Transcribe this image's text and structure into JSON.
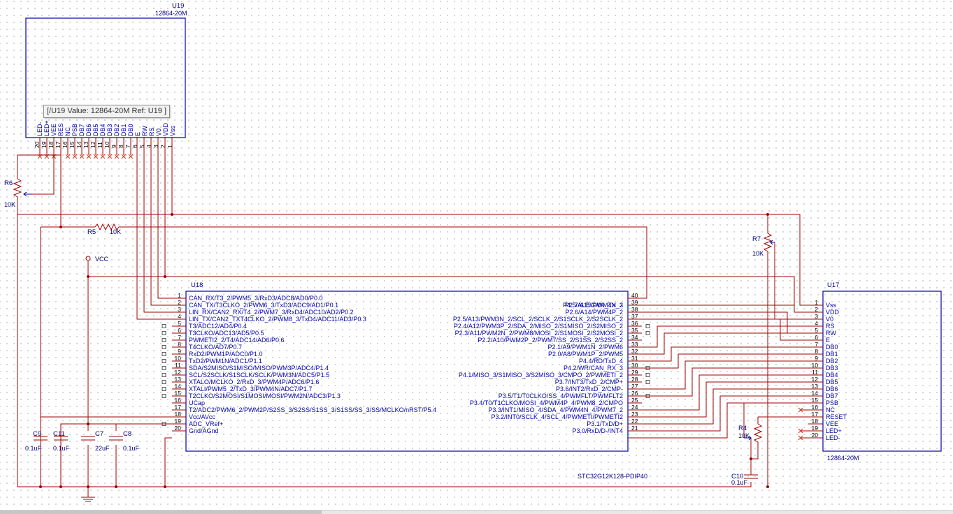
{
  "tooltip": "[/U19 Value: 12864-20M Ref: U19 ]",
  "u19": {
    "ref": "U19",
    "value": "12864-20M",
    "pins": [
      {
        "num": "20",
        "name": "LED-"
      },
      {
        "num": "19",
        "name": "LED+"
      },
      {
        "num": "18",
        "name": "VEE"
      },
      {
        "num": "17",
        "name": "RES"
      },
      {
        "num": "16",
        "name": "NC"
      },
      {
        "num": "15",
        "name": "PSB"
      },
      {
        "num": "14",
        "name": "DB7"
      },
      {
        "num": "13",
        "name": "DB6"
      },
      {
        "num": "12",
        "name": "DB5"
      },
      {
        "num": "11",
        "name": "DB4"
      },
      {
        "num": "10",
        "name": "DB3"
      },
      {
        "num": "9",
        "name": "DB2"
      },
      {
        "num": "8",
        "name": "DB1"
      },
      {
        "num": "7",
        "name": "DB0"
      },
      {
        "num": "6",
        "name": "E"
      },
      {
        "num": "5",
        "name": "RW"
      },
      {
        "num": "4",
        "name": "RS"
      },
      {
        "num": "3",
        "name": "V0"
      },
      {
        "num": "2",
        "name": "VDD"
      },
      {
        "num": "1",
        "name": "Vss"
      }
    ]
  },
  "u18": {
    "ref": "U18",
    "value": "STC32G12K128-PDIP40",
    "left_pins": [
      {
        "num": "1",
        "name": "CAN_RX/T3_2/PWM5_3/RxD3/ADC8/AD0/P0.0"
      },
      {
        "num": "2",
        "name": "CAN_TX/T3CLKO_2/PWM6_3/TxD3/ADC9/AD1/P0.1"
      },
      {
        "num": "3",
        "name": "LIN_RX/CAN2_RX/T4_2/PWM7_3/RxD4/ADC10/AD2/P0.2"
      },
      {
        "num": "4",
        "name": "LIN_TX/CAN2_TXT4CLKO_2/PWM8_3/TxD4/ADC11/AD3/P0.3"
      },
      {
        "num": "5",
        "name": "T3/ADC12/AD4/P0.4"
      },
      {
        "num": "6",
        "name": "T3CLKO/ADC13/AD5/P0.5"
      },
      {
        "num": "7",
        "name": "PWMETI2_2/T4/ADC14/AD6/P0.6"
      },
      {
        "num": "8",
        "name": "T4CLKO/AD7/P0.7"
      },
      {
        "num": "9",
        "name": "RxD2/PWM1P/ADC0/P1.0"
      },
      {
        "num": "10",
        "name": "TxD2/PWM1N/ADC1/P1.1"
      },
      {
        "num": "11",
        "name": "SDA/S2MISO/S1MISO/MISO/PWM3P/ADC4/P1.4"
      },
      {
        "num": "12",
        "name": "SCL/S2SCLK/S1SCLK/SCLK/PWM3N/ADC5/P1.5"
      },
      {
        "num": "13",
        "name": "XTALO/MCLKO_2/RxD_3/PWM4P/ADC6/P1.6"
      },
      {
        "num": "14",
        "name": "XTALI/PWM5_2/TxD_3/PWM4N/ADC7/P1.7"
      },
      {
        "num": "15",
        "name": "T2CLKO/S2MOSI/S1MOSI/MOSI/PWM2N/ADC3/P1.3"
      },
      {
        "num": "16",
        "name": "UCap"
      },
      {
        "num": "17",
        "name": "T2/ADC2/PWM6_2/PWM2P/S2SS_3/S2SS/S1SS_3/S1SS/SS_3/SS/MCLKO/nRST/P5.4"
      },
      {
        "num": "18",
        "name": "Vcc/AVcc"
      },
      {
        "num": "19",
        "name": "ADC_VRef+"
      },
      {
        "num": "20",
        "name": "Gnd/AGnd"
      }
    ],
    "right_pins": [
      {
        "num": "40",
        "name": "P4.5/ALE/CAN_TX_3"
      },
      {
        "num": "39",
        "name": "P2.7/A15/PWM4N_2"
      },
      {
        "num": "38",
        "name": "P2.6/A14/PWM4P_2"
      },
      {
        "num": "37",
        "name": "P2.5/A13/PWM3N_2/SCL_2/SCLK_2/S1SCLK_2/S2SCLK_2"
      },
      {
        "num": "36",
        "name": "P2.4/A12/PWM3P_2/SDA_2/MISO_2/S1MISO_2/S2MISO_2"
      },
      {
        "num": "35",
        "name": "P2.3/A11/PWM2N_2/PWM8/MOSI_2/S1MOSI_2/S2MOSI_2"
      },
      {
        "num": "34",
        "name": "P2.2/A10/PWM2P_2/PWM7/SS_2/S1SS_2/S2SS_2"
      },
      {
        "num": "33",
        "name": "P2.1/A9/PWM1N_2/PWM6"
      },
      {
        "num": "32",
        "name": "P2.0/A8/PWM1P_2/PWM5"
      },
      {
        "num": "31",
        "name": "P4.4/RD/TxD_4"
      },
      {
        "num": "30",
        "name": "P4.2/WR/CAN_RX_3"
      },
      {
        "num": "29",
        "name": "P4.1/MISO_3/S1MISO_3/S2MISO_3/CMPO_2/PWMETI_2"
      },
      {
        "num": "28",
        "name": "P3.7/INT3/TxD_2/CMP+"
      },
      {
        "num": "27",
        "name": "P3.6/INT2/RxD_2/CMP-"
      },
      {
        "num": "26",
        "name": "P3.5/T1/T0CLKO/SS_4/PWMFLT/PWMFLT2"
      },
      {
        "num": "25",
        "name": "P3.4/T0/T1CLKO/MOSI_4/PWM4P_4/PWM8_2/CMPO"
      },
      {
        "num": "24",
        "name": "P3.3/INT1/MISO_4/SDA_4/PWM4N_4/PWM7_2"
      },
      {
        "num": "23",
        "name": "P3.2/INT0/SCLK_4/SCL_4/PWMETI/PWMETI2"
      },
      {
        "num": "22",
        "name": "P3.1/TxD/D+"
      },
      {
        "num": "21",
        "name": "P3.0/RxD/D-/INT4"
      }
    ]
  },
  "u17": {
    "ref": "U17",
    "value": "12864-20M",
    "pins": [
      {
        "num": "1",
        "name": "Vss"
      },
      {
        "num": "2",
        "name": "VDD"
      },
      {
        "num": "3",
        "name": "V0"
      },
      {
        "num": "4",
        "name": "RS"
      },
      {
        "num": "5",
        "name": "RW"
      },
      {
        "num": "6",
        "name": "E"
      },
      {
        "num": "7",
        "name": "DB0"
      },
      {
        "num": "8",
        "name": "DB1"
      },
      {
        "num": "9",
        "name": "DB2"
      },
      {
        "num": "10",
        "name": "DB3"
      },
      {
        "num": "11",
        "name": "DB4"
      },
      {
        "num": "12",
        "name": "DB5"
      },
      {
        "num": "13",
        "name": "DB6"
      },
      {
        "num": "14",
        "name": "DB7"
      },
      {
        "num": "15",
        "name": "PSB"
      },
      {
        "num": "16",
        "name": "NC"
      },
      {
        "num": "17",
        "name": "RESET"
      },
      {
        "num": "18",
        "name": "VEE"
      },
      {
        "num": "19",
        "name": "LED+"
      },
      {
        "num": "20",
        "name": "LED-"
      }
    ]
  },
  "resistors": [
    {
      "ref": "R6",
      "value": "10K"
    },
    {
      "ref": "R5",
      "value": "10K"
    },
    {
      "ref": "R7",
      "value": "10K"
    },
    {
      "ref": "R4",
      "value": "10K"
    }
  ],
  "capacitors": [
    {
      "ref": "C9",
      "value": "0.1uF"
    },
    {
      "ref": "C11",
      "value": "0.1uF"
    },
    {
      "ref": "C7",
      "value": "22uF"
    },
    {
      "ref": "C8",
      "value": "0.1uF"
    },
    {
      "ref": "C10",
      "value": "0.1uF"
    }
  ],
  "power": {
    "vcc_label": "VCC"
  }
}
